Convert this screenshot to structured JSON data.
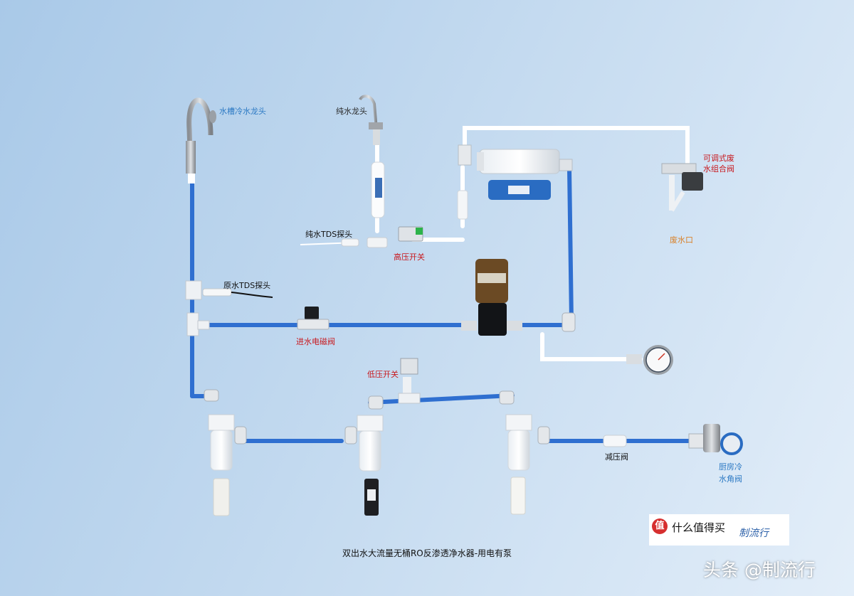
{
  "labels": {
    "sink_faucet": "水槽冷水龙头",
    "pure_faucet": "纯水龙头",
    "pure_tds": "纯水TDS探头",
    "high_pressure_switch": "高压开关",
    "raw_tds": "原水TDS探头",
    "inlet_solenoid": "进水电磁阀",
    "low_pressure_switch": "低压开关",
    "waste_valve_line1": "可调式废",
    "waste_valve_line2": "水组合阀",
    "waste_outlet": "废水口",
    "pressure_reducer": "减压阀",
    "angle_valve_line1": "厨房冷",
    "angle_valve_line2": "水角阀"
  },
  "caption": "双出水大流量无桶RO反渗透净水器-用电有泵",
  "logo": {
    "badge": "值",
    "text": "什么值得买",
    "signature": "制流行"
  },
  "watermark": "头条 @制流行",
  "colors": {
    "pipe_blue": "#2f6fd0",
    "pipe_white": "#ffffff",
    "label_blue": "#2d7ac4",
    "label_red": "#c8191e",
    "label_orange": "#d9822b"
  }
}
